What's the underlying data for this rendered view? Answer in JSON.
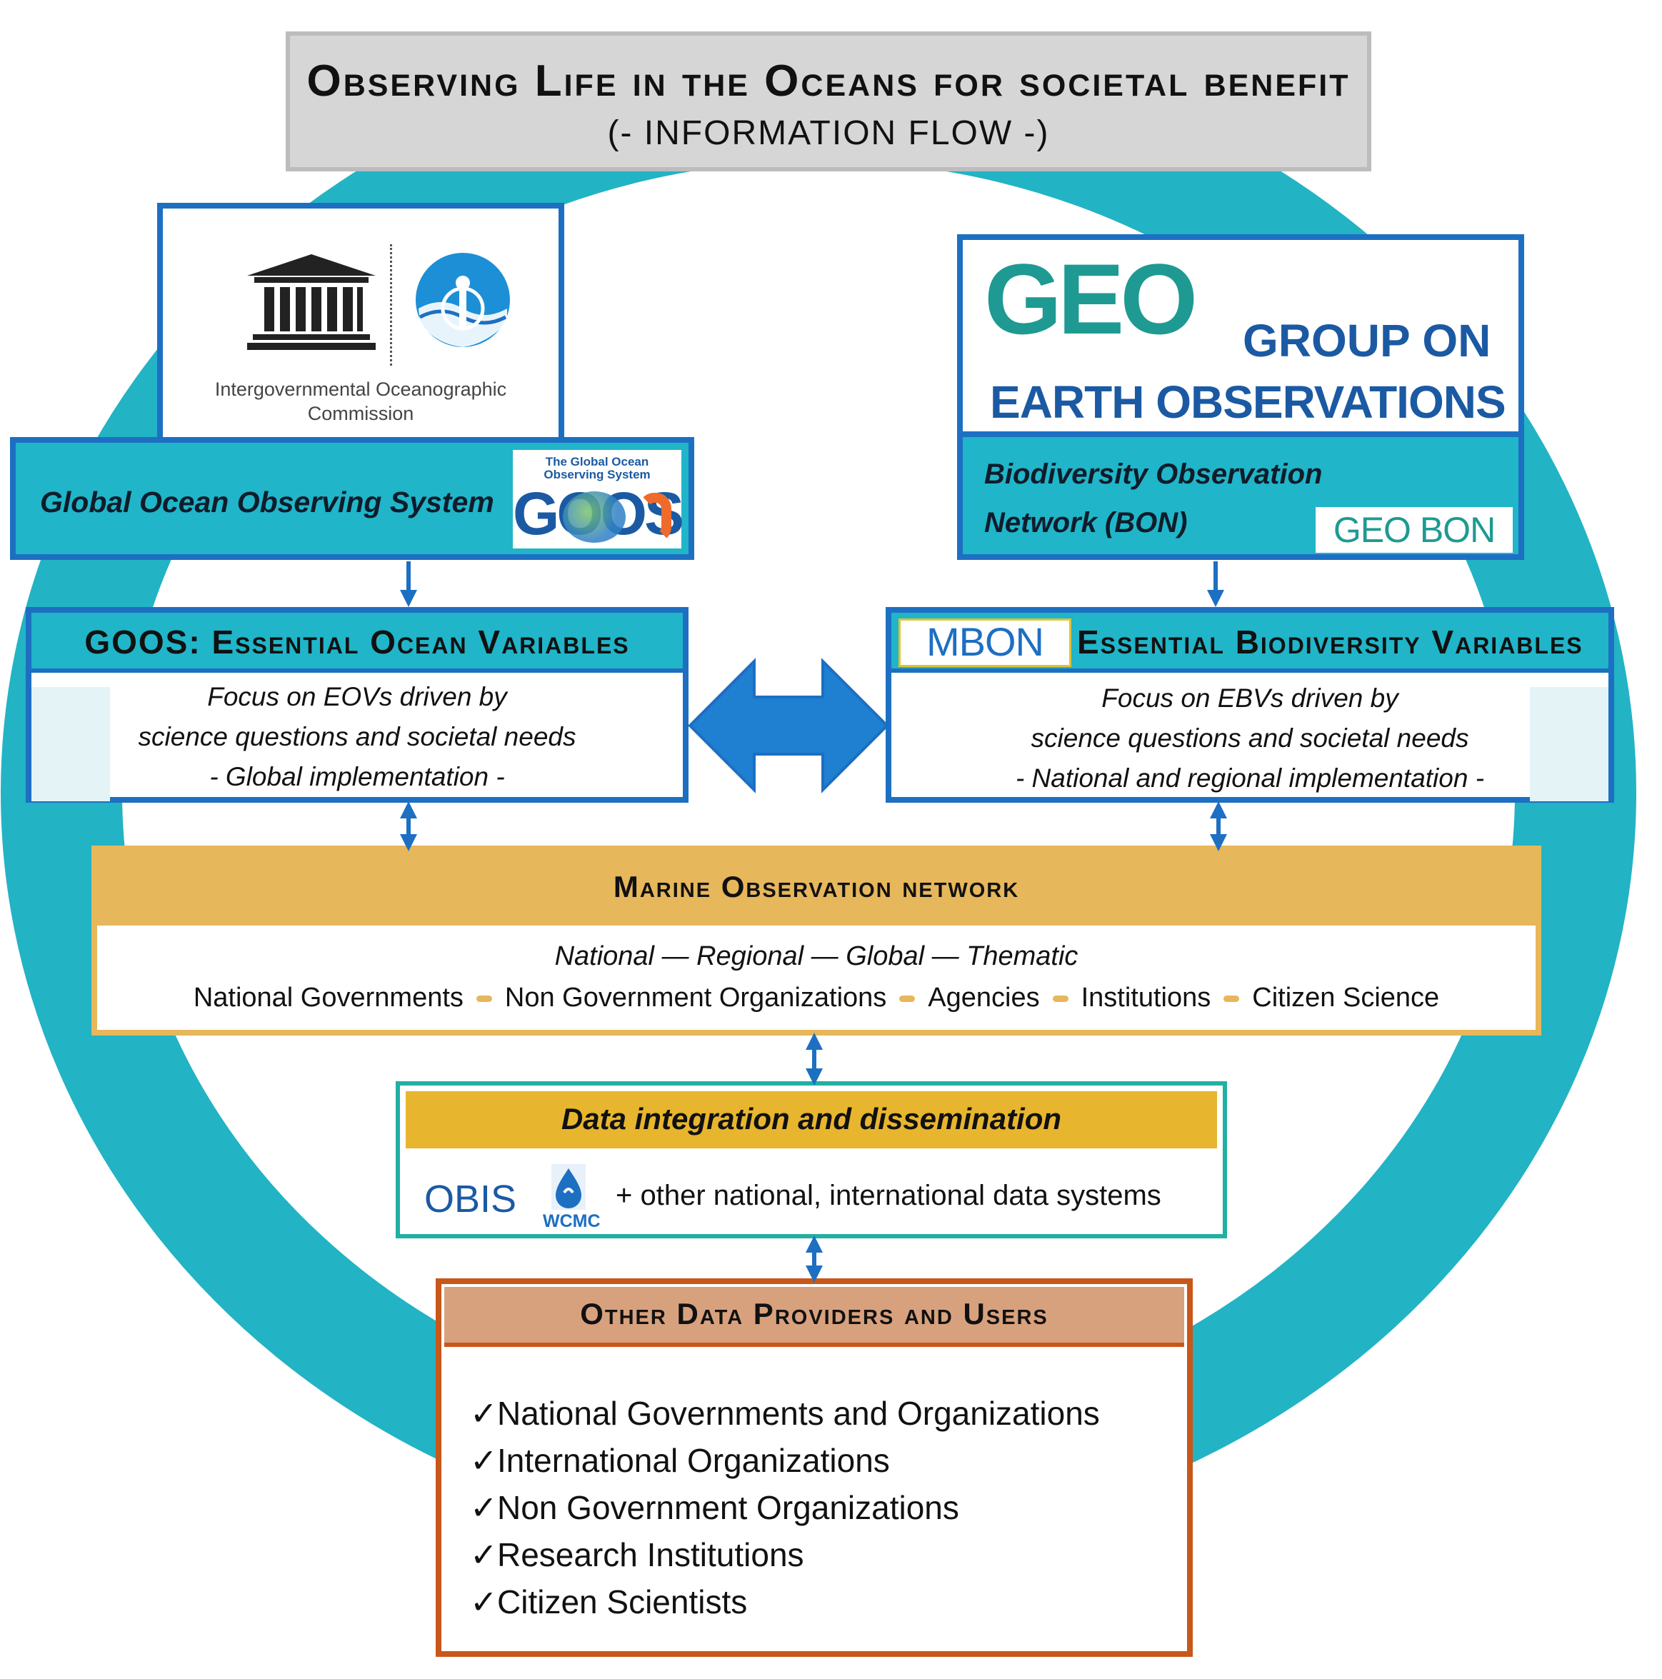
{
  "title": {
    "main": "Observing Life in the Oceans for societal benefit",
    "sub": "(- INFORMATION FLOW -)"
  },
  "left": {
    "ioc_caption_1": "Intergovernmental Oceanographic",
    "ioc_caption_2": "Commission",
    "goos_label": "Global Ocean Observing System",
    "goos_logo_small_1": "The Global Ocean",
    "goos_logo_small_2": "Observing System",
    "goos_logo_text": "GOOS"
  },
  "right": {
    "geo_logo_text": "GEO",
    "geo_group": "GROUP ON",
    "geo_earth": "EARTH OBSERVATIONS",
    "bon_line1": "Biodiversity Observation",
    "bon_line2": "Network (BON)",
    "geobon_logo": "GEO BON"
  },
  "eov": {
    "heading": "GOOS: Essential Ocean Variables",
    "line1": "Focus on EOVs driven by",
    "line2": "science questions and societal needs",
    "line3": "- Global implementation -"
  },
  "ebv": {
    "mbon": "MBON",
    "heading": "Essential Biodiversity Variables",
    "line1": "Focus on EBVs driven by",
    "line2": "science questions and societal needs",
    "line3": "- National and regional implementation -"
  },
  "marine_network": {
    "title": "Marine Observation network",
    "scales": "National — Regional — Global — Thematic",
    "actors": [
      "National Governments",
      "Non Government Organizations",
      "Agencies",
      "Institutions",
      "Citizen Science"
    ]
  },
  "data_integration": {
    "title": "Data integration and dissemination",
    "obis": "OBIS",
    "wcmc": "WCMC",
    "systems": "+ other national, international data systems"
  },
  "providers": {
    "title": "Other Data Providers and Users",
    "check": "✓",
    "items": [
      "National Governments and Organizations",
      "International Organizations",
      "Non Government Organizations",
      "Research Institutions",
      "Citizen Scientists"
    ]
  },
  "colors": {
    "ring": "#22b3c5",
    "teal_bar": "#20b5c9",
    "border_blue": "#1d6fc2",
    "gold": "#e7b75b",
    "orange": "#c8571a"
  }
}
